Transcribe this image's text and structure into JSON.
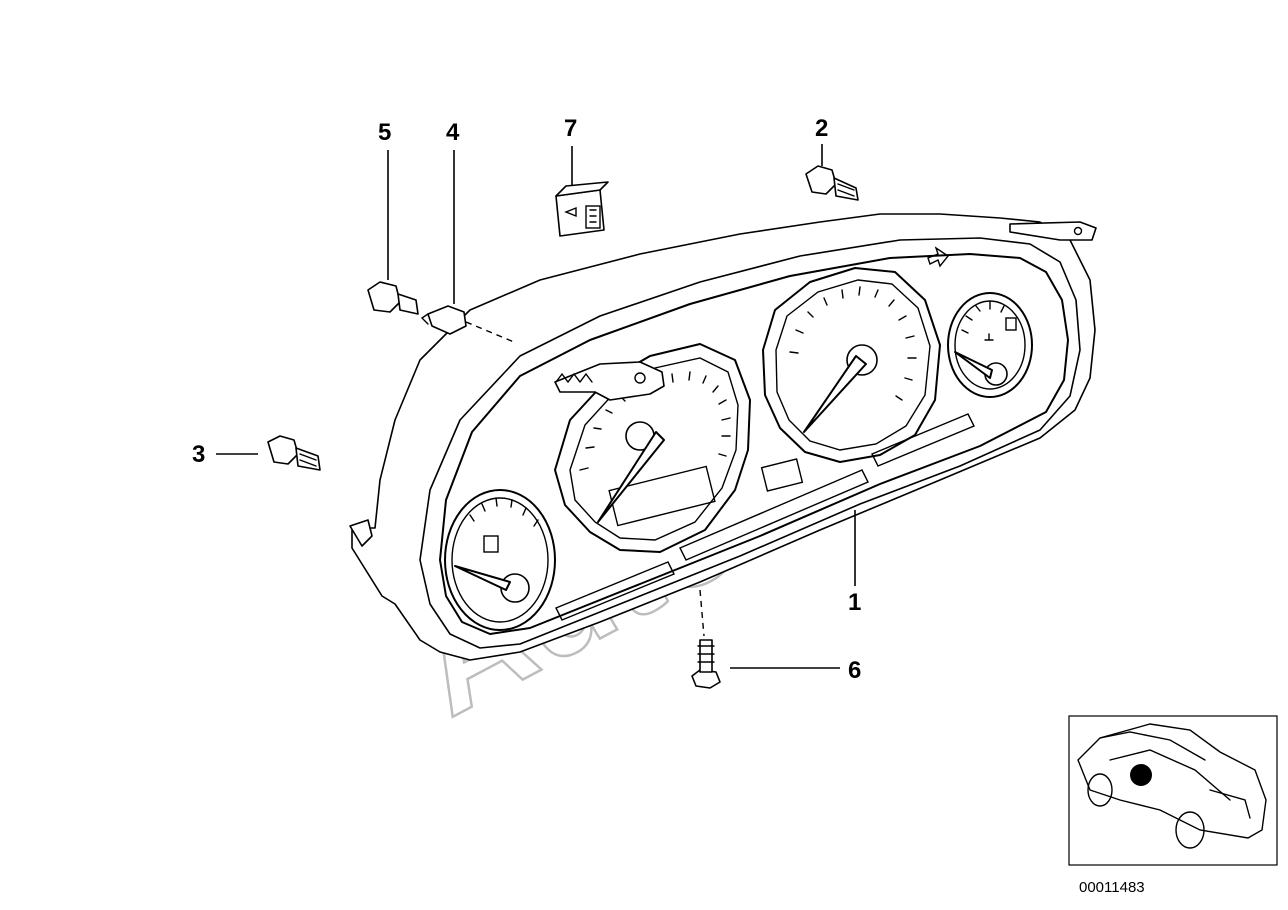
{
  "diagram": {
    "watermark": "AutoSoft",
    "reference_number": "00011483",
    "callouts": [
      {
        "id": "1",
        "label": "1"
      },
      {
        "id": "2",
        "label": "2"
      },
      {
        "id": "3",
        "label": "3"
      },
      {
        "id": "4",
        "label": "4"
      },
      {
        "id": "5",
        "label": "5"
      },
      {
        "id": "6",
        "label": "6"
      },
      {
        "id": "7",
        "label": "7"
      }
    ],
    "locator": {
      "marker_color": "#000000"
    }
  }
}
